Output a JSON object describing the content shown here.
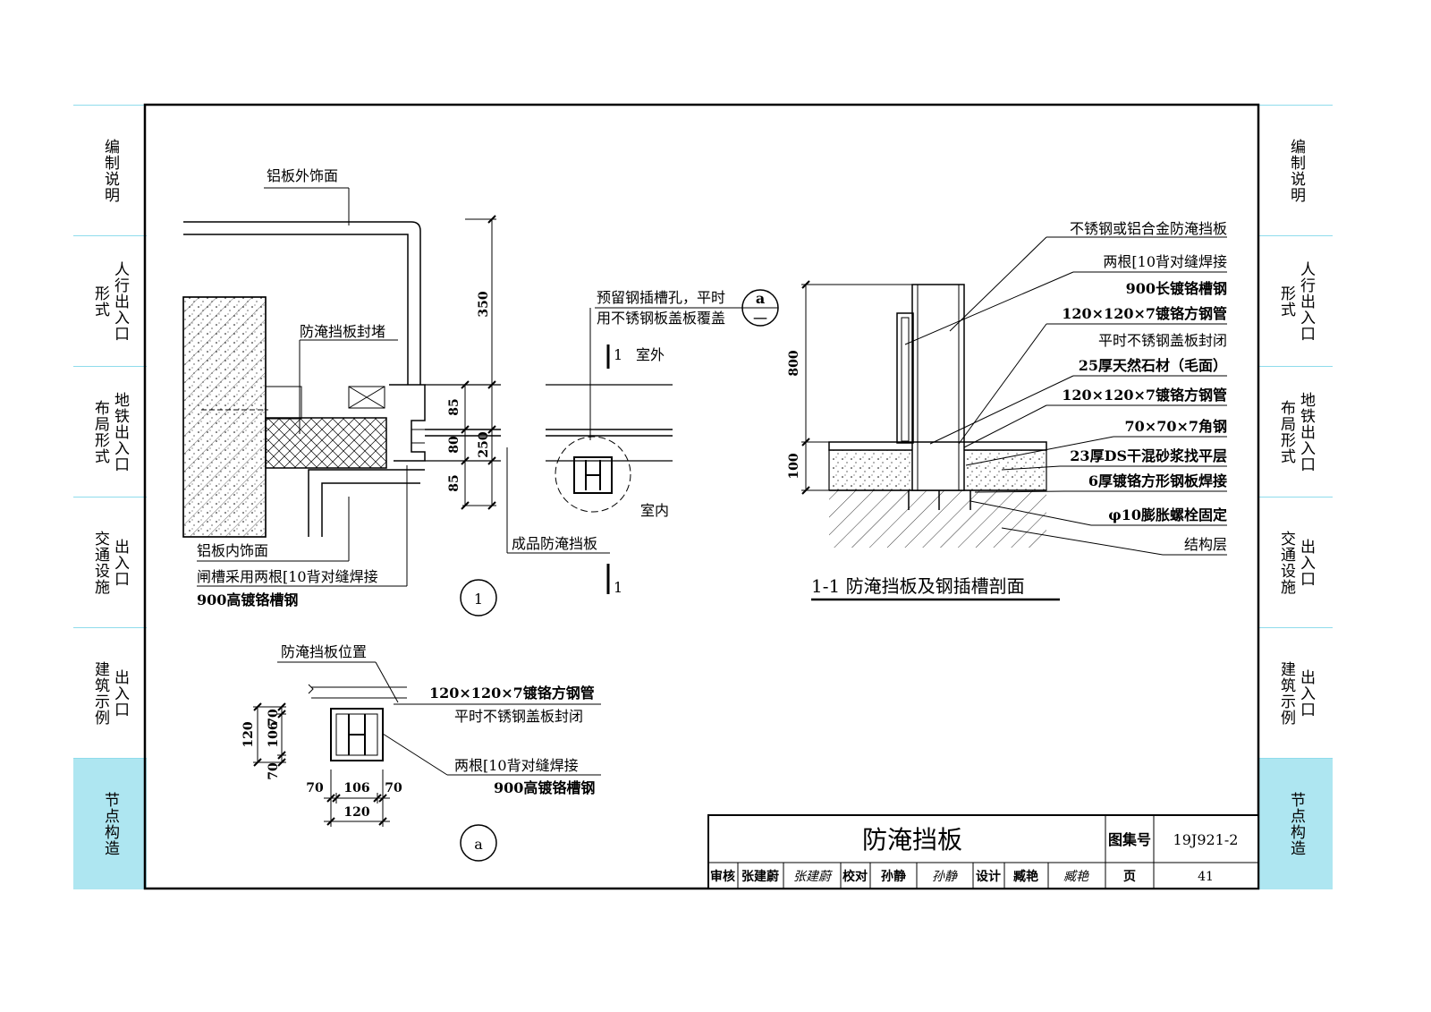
{
  "sidebar": {
    "tabs": [
      {
        "cols": [
          "编制说明"
        ]
      },
      {
        "cols": [
          "形式",
          "人行出入口"
        ]
      },
      {
        "cols": [
          "布局形式",
          "地铁出入口"
        ]
      },
      {
        "cols": [
          "交通设施",
          "出入口"
        ]
      },
      {
        "cols": [
          "建筑示例",
          "出入口"
        ]
      },
      {
        "cols": [
          "节点构造"
        ],
        "active": true
      }
    ]
  },
  "detail1": {
    "label_al_outer": "铝板外饰面",
    "label_seal": "防淹挡板封堵",
    "label_reserved_1": "预留钢插槽孔，平时",
    "label_reserved_2": "用不锈钢板盖板覆盖",
    "ref_a": "a",
    "ref_dash": "一",
    "section_mark": "1",
    "outdoor": "室外",
    "indoor": "室内",
    "label_al_inner": "铝板内饰面",
    "label_gate_1": "闸槽采用两根[10背对缝焊接",
    "label_gate_2": "900高镀铬槽钢",
    "label_product": "成品防淹挡板",
    "dims": [
      "350",
      "85",
      "80",
      "250",
      "85"
    ],
    "number": "1"
  },
  "detailA": {
    "label_position": "防淹挡板位置",
    "label_tube": "120×120×7镀铬方钢管",
    "label_cover": "平时不锈钢盖板封闭",
    "label_channel_1": "两根[10背对缝焊接",
    "label_channel_2": "900高镀铬槽钢",
    "dims_v": [
      "70",
      "106",
      "70",
      "120"
    ],
    "dims_h": [
      "70",
      "106",
      "70",
      "120"
    ],
    "number": "a"
  },
  "section": {
    "title": "1-1  防淹挡板及钢插槽剖面",
    "dims": [
      "800",
      "100"
    ],
    "labels": [
      "不锈钢或铝合金防淹挡板",
      "两根[10背对缝焊接",
      "900长镀铬槽钢",
      "120×120×7镀铬方钢管",
      "平时不锈钢盖板封闭",
      "25厚天然石材（毛面）",
      "120×120×7镀铬方钢管",
      "70×70×7角钢",
      "23厚DS干混砂浆找平层",
      "6厚镀铬方形钢板焊接",
      "φ10膨胀螺栓固定",
      "结构层"
    ]
  },
  "titleblock": {
    "title": "防淹挡板",
    "atlas_label": "图集号",
    "atlas_no": "19J921-2",
    "review_label": "审核",
    "reviewer": "张建蔚",
    "reviewer_sign": "张建蔚",
    "check_label": "校对",
    "checker": "孙静",
    "checker_sign": "孙静",
    "design_label": "设计",
    "designer": "臧艳",
    "designer_sign": "臧艳",
    "page_label": "页",
    "page_no": "41"
  }
}
